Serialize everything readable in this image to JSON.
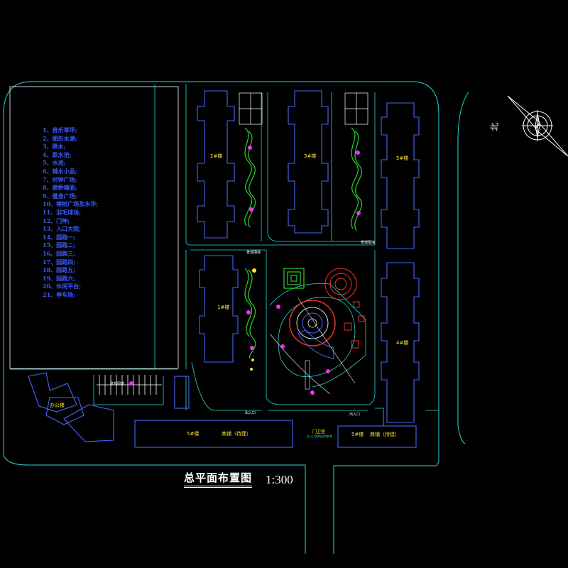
{
  "drawing": {
    "title": "总平面布置图",
    "scale": "1:300",
    "north_label": "北",
    "legend": [
      "1、音乐草坪;",
      "2、图形水湖;",
      "3、跌水;",
      "4、跌水池;",
      "5、水池;",
      "6、铺水小品;",
      "7、时钟广场;",
      "8、廊桥墙面;",
      "9、健身广场;",
      "10、榕树广场及水华;",
      "11、羽毛球场;",
      "12、门伸;",
      "13、入口大院;",
      "14、园路一;",
      "15、园路二;",
      "16、园路三;",
      "17、园路四;",
      "18、园路五;",
      "19、园路六;",
      "20、休闲平台;",
      "21、停车场;"
    ],
    "buildings": {
      "b1": "2#楼",
      "b2": "3#楼",
      "b3": "5#楼",
      "b4": "1#楼",
      "b5": "4#楼",
      "office": "办公楼",
      "shop_left_num": "5#楼",
      "shop_left": "商铺（待建）",
      "shop_right_num": "5#楼",
      "shop_right": "商铺（待建）"
    },
    "annotations": {
      "a1": "景观围墙",
      "a2": "景观围墙",
      "a3": "出入口",
      "a4": "出入口",
      "a5": "景观围墙"
    },
    "gate": {
      "label": "门卫室",
      "sub": "主入口建筑说明参考"
    }
  },
  "colors": {
    "background": "#000000",
    "road": "#2ad7d7",
    "building": "#4a64ff",
    "landscape": "#27d627",
    "feature": "#ff2a2a",
    "magenta": "#ff2aff",
    "yellow": "#ffe23a",
    "white": "#ffffff"
  }
}
